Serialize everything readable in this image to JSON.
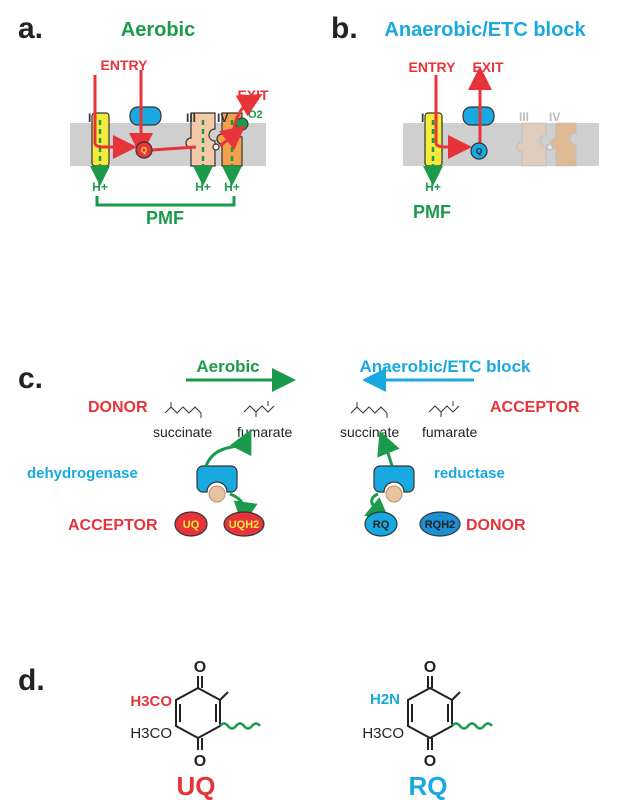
{
  "colors": {
    "red": "#e8333a",
    "green": "#1a9a4a",
    "blue": "#19a9e1",
    "membrane": "#cfcfcf",
    "complex1": "#f4ea3c",
    "complex3": "#f6c9a6",
    "complex4": "#f3a24b",
    "quinoneRed": "#e8333a",
    "quinoneBlue": "#1c8fd6"
  },
  "panel_a": {
    "letter": "a.",
    "title": "Aerobic",
    "entry": "ENTRY",
    "exit": "EXIT",
    "o2": "O2",
    "complex_I": "I",
    "complex_III": "III",
    "complex_IV": "IV",
    "quinone": "Q",
    "proton1": "H+",
    "proton3": "H+",
    "proton4": "H+",
    "pmf": "PMF"
  },
  "panel_b": {
    "letter": "b.",
    "title": "Anaerobic/ETC block",
    "entry": "ENTRY",
    "exit": "EXIT",
    "complex_I": "I",
    "complex_III": "III",
    "complex_IV": "IV",
    "quinone": "Q",
    "proton1": "H+",
    "pmf": "PMF"
  },
  "panel_c": {
    "letter": "c.",
    "aerobic": "Aerobic",
    "anaerobic": "Anaerobic/ETC block",
    "left": {
      "donor": "DONOR",
      "succinate": "succinate",
      "fumarate": "fumarate",
      "enzyme": "dehydrogenase",
      "acceptor": "ACCEPTOR",
      "uq": "UQ",
      "uqh2": "UQH2"
    },
    "right": {
      "acceptor": "ACCEPTOR",
      "succinate": "succinate",
      "fumarate": "fumarate",
      "enzyme": "reductase",
      "donor": "DONOR",
      "rq": "RQ",
      "rqh2": "RQH2"
    }
  },
  "panel_d": {
    "letter": "d.",
    "uq": {
      "sub1": "H3CO",
      "sub2": "H3CO",
      "label": "UQ"
    },
    "rq": {
      "sub1": "H2N",
      "sub2": "H3CO",
      "label": "RQ"
    },
    "carbonyl": "O"
  }
}
